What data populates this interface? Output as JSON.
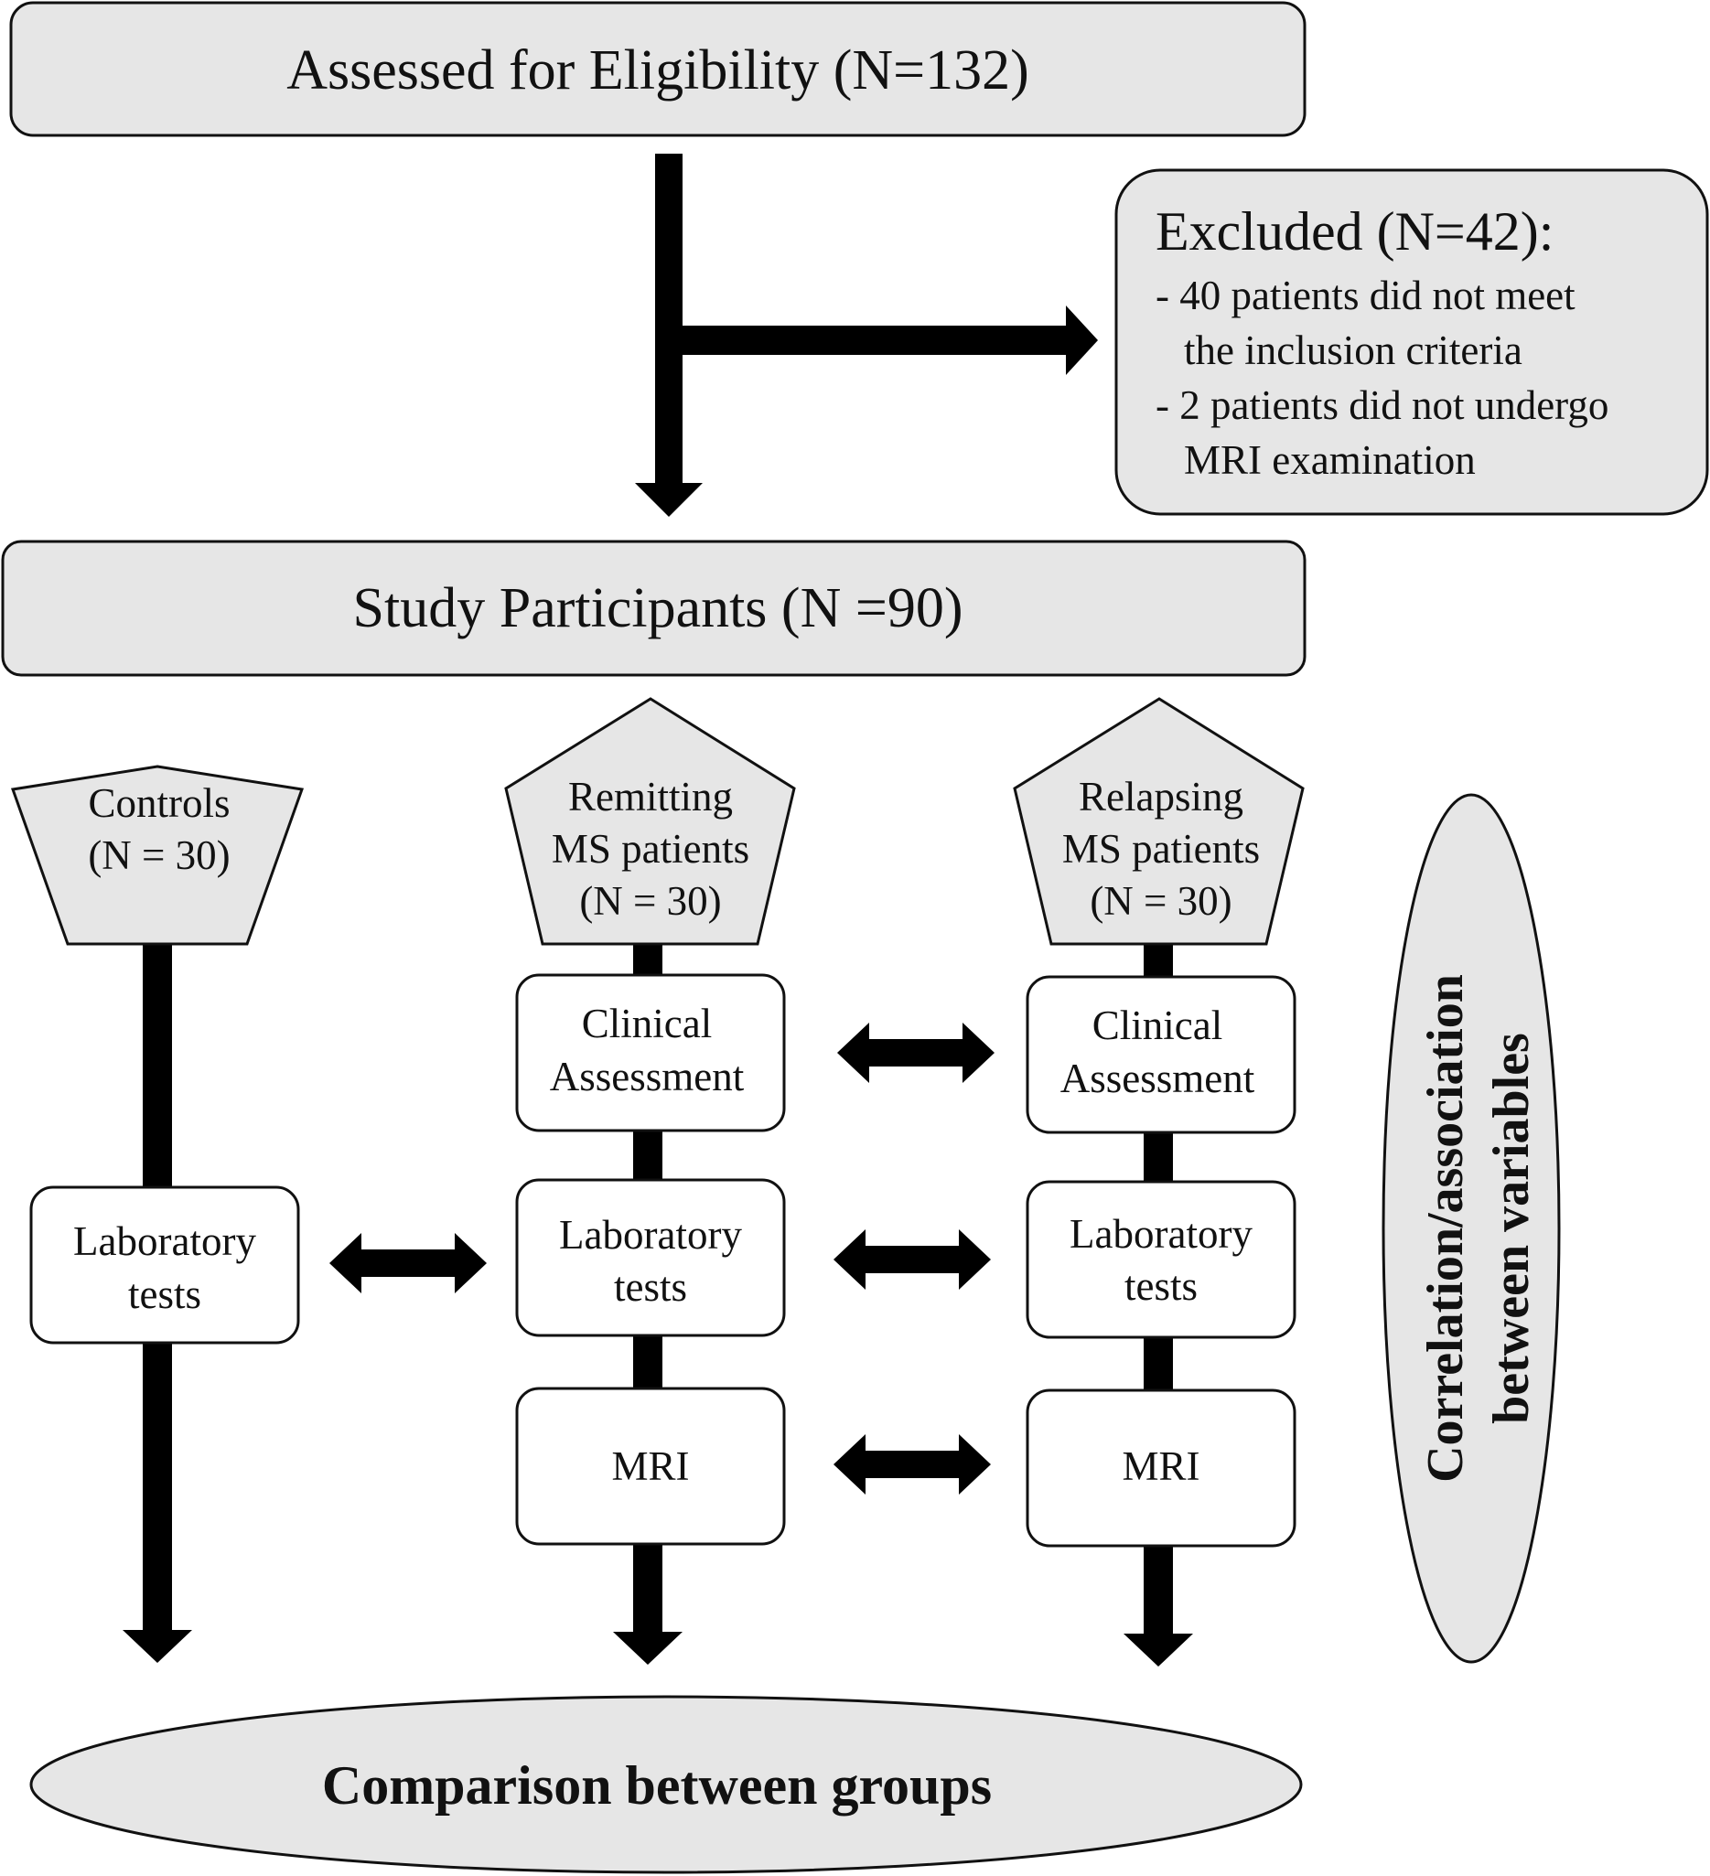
{
  "colors": {
    "box_fill": "#e6e6e6",
    "white_fill": "#ffffff",
    "stroke": "#111111",
    "arrow": "#000000"
  },
  "assessed": {
    "label": "Assessed for Eligibility (N=132)"
  },
  "excluded": {
    "title": "Excluded (N=42):",
    "lines": [
      "- 40 patients did not meet",
      "the inclusion criteria",
      "- 2 patients did not undergo",
      "MRI examination"
    ]
  },
  "participants": {
    "label": "Study Participants (N =90)"
  },
  "groups": {
    "controls": {
      "lines": [
        "Controls",
        "(N = 30)"
      ]
    },
    "remitting": {
      "lines": [
        "Remitting",
        "MS patients",
        "(N = 30)"
      ]
    },
    "relapsing": {
      "lines": [
        "Relapsing",
        "MS patients",
        "(N = 30)"
      ]
    }
  },
  "steps": {
    "clinical": [
      "Clinical",
      "Assessment"
    ],
    "laboratory": [
      "Laboratory",
      "tests"
    ],
    "mri": "MRI"
  },
  "correlation": {
    "lines": [
      "Correlation/association",
      "between variables"
    ]
  },
  "comparison": {
    "label": "Comparison between groups"
  }
}
